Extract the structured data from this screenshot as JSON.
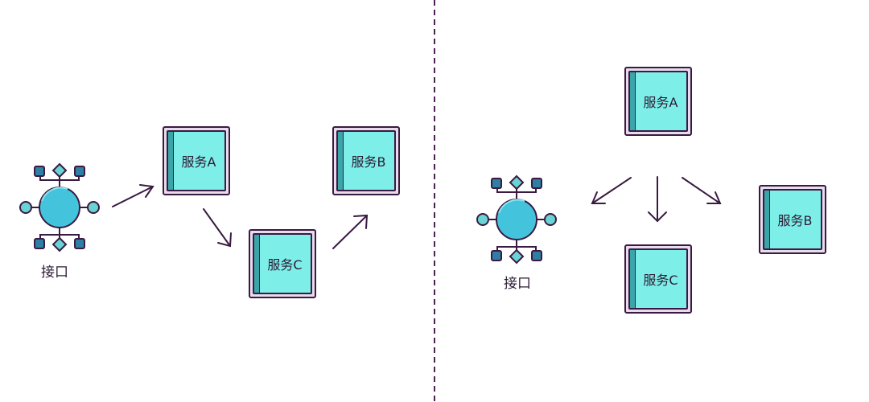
{
  "colors": {
    "outline": "#3a1a42",
    "box_frame": "#e8dcec",
    "box_fill": "#7eefe8",
    "box_stripe": "#3aa6a9",
    "hub_fill": "#44c3dc",
    "divider": "#4b2152"
  },
  "left": {
    "interface_label": "接口",
    "service_a": "服务A",
    "service_b": "服务B",
    "service_c": "服务C"
  },
  "right": {
    "interface_label": "接口",
    "service_a": "服务A",
    "service_b": "服务B",
    "service_c": "服务C"
  }
}
